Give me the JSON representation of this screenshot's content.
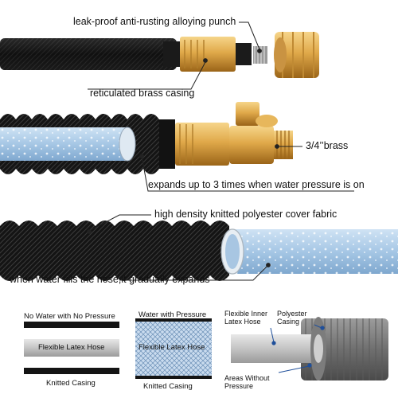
{
  "section1": {
    "callouts": {
      "punch": "leak-proof anti-rusting alloying punch",
      "casing": "reticulated brass casing"
    }
  },
  "section2": {
    "callouts": {
      "brass_size": "3/4’’brass",
      "expand": "expands up to 3 times when water pressure is on"
    }
  },
  "section3": {
    "callouts": {
      "cover": "high density knitted polyester cover fabric",
      "fill": "when water fills the hose,it gradually expands"
    }
  },
  "diagrams": {
    "no_pressure": {
      "title": "No Water with No Pressure",
      "center": "Flexible Latex Hose",
      "bottom": "Knitted Casing"
    },
    "with_pressure": {
      "title": "Water with Pressure",
      "center": "Flexible Latex Hose",
      "bottom": "Knitted Casing"
    },
    "cross_section": {
      "inner": "Flexible Inner\nLatex Hose",
      "outer": "Polyester\nCasing",
      "areas": "Areas Without\nPressure"
    }
  },
  "colors": {
    "hose_black": "#121212",
    "brass": "#d9a648",
    "inner_tube": "#a9c9e6",
    "callout_line": "#222222"
  }
}
